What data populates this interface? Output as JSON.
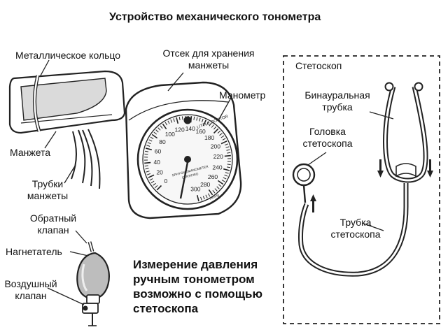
{
  "title": "Устройство механического тонометра",
  "labels": {
    "metal_ring": "Металлическое кольцо",
    "cuff_storage": [
      "Отсек для хранения",
      "манжеты"
    ],
    "manometer": "Манометр",
    "cuff": "Манжета",
    "cuff_tubes": [
      "Трубки",
      "манжеты"
    ],
    "check_valve": [
      "Обратный",
      "клапан"
    ],
    "bulb": "Нагнетатель",
    "air_valve": [
      "Воздушный",
      "клапан"
    ],
    "stethoscope": "Стетоскоп",
    "binaural_tube": [
      "Бинауральная",
      "трубка"
    ],
    "chest_piece": [
      "Головка",
      "стетоскопа"
    ],
    "stethoscope_tube": [
      "Трубка",
      "стетоскопа"
    ]
  },
  "caption": [
    "Измерение давления",
    "ручным тонометром",
    "возможно с помощью",
    "стетоскопа"
  ],
  "gauge": {
    "scale_numbers": [
      "0",
      "20",
      "40",
      "60",
      "80",
      "100",
      "120",
      "140",
      "160",
      "180",
      "200",
      "220",
      "240",
      "260",
      "280",
      "300"
    ],
    "brand": "LITTLE DOCTOR",
    "model": [
      "SPHYGMOMANOMETER",
      "CERTIFIED"
    ],
    "unit": "mmHg"
  }
}
